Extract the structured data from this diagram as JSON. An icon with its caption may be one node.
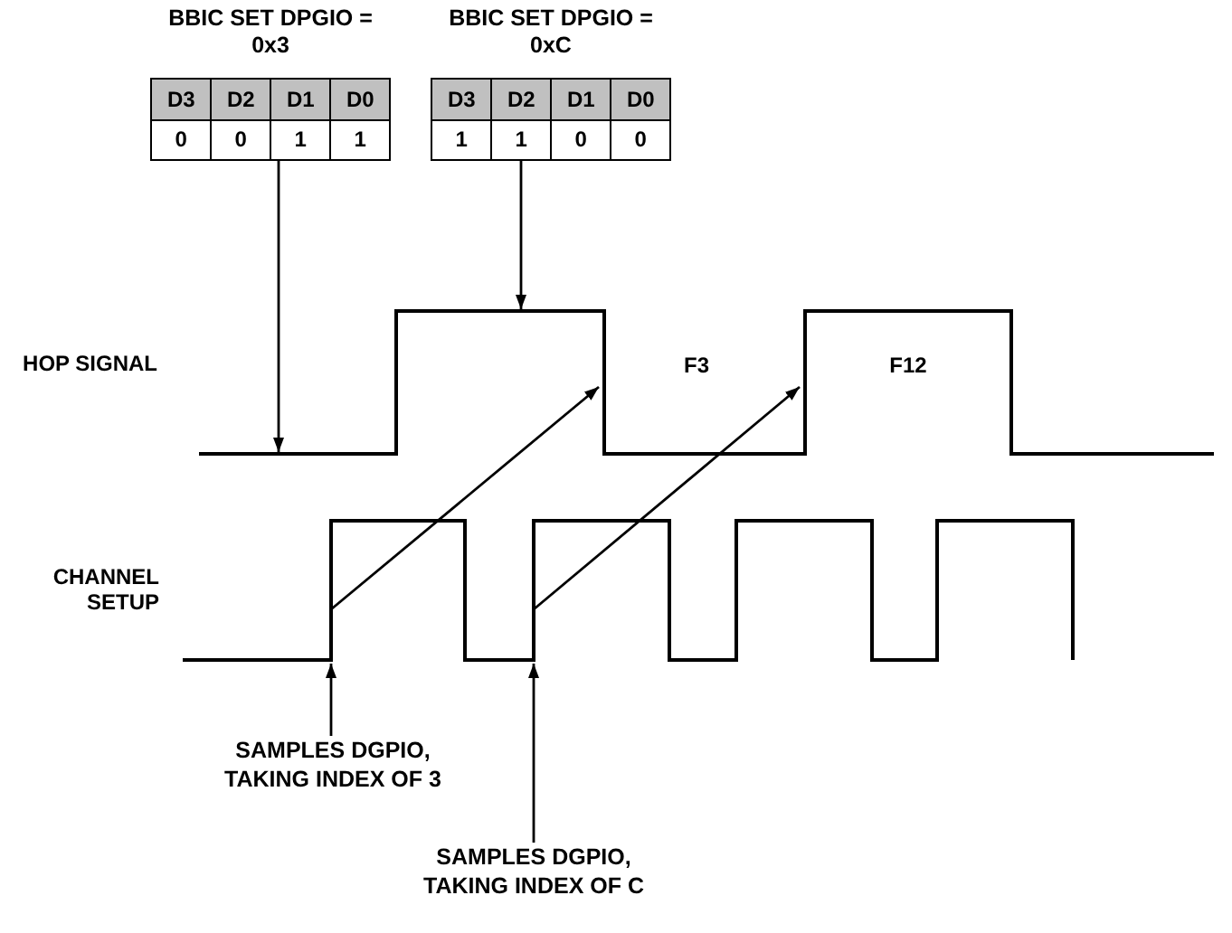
{
  "diagram": {
    "nodes": [
      {
        "text": [
          "BBIC SET DPGIO = 0x3"
        ]
      },
      {
        "text": [
          "D3"
        ],
        "in": 0
      },
      {
        "text": [
          "D2"
        ],
        "in": 0
      },
      {
        "text": [
          "D1"
        ],
        "in": 0
      },
      {
        "text": [
          "D0"
        ],
        "in": 0
      },
      {
        "text": [
          "0"
        ],
        "in": 0
      },
      {
        "text": [
          "0"
        ],
        "in": 0
      },
      {
        "text": [
          "1"
        ],
        "in": 0
      },
      {
        "text": [
          "1"
        ],
        "in": 0
      },
      {
        "text": [
          "BBIC SET DPGIO = 0xC"
        ]
      },
      {
        "text": [
          "D3"
        ],
        "in": 9
      },
      {
        "text": [
          "D2"
        ],
        "in": 9
      },
      {
        "text": [
          "D1"
        ],
        "in": 9
      },
      {
        "text": [
          "D0"
        ],
        "in": 9
      },
      {
        "text": [
          "1"
        ],
        "in": 9
      },
      {
        "text": [
          "1"
        ],
        "in": 9
      },
      {
        "text": [
          "0"
        ],
        "in": 9
      },
      {
        "text": [
          "0"
        ],
        "in": 9
      },
      {
        "text": [
          "SAMPLES DGPIO, TAKING INDEX OF 3"
        ]
      },
      {
        "text": [
          "SAMPLES DGPIO, TAKING INDEX OF C"
        ]
      }
    ],
    "edges": [
      {
        "from": 0,
        "to": null,
        "arrow": "to"
      },
      {
        "from": 9,
        "to": null,
        "arrow": "to"
      },
      {
        "from": 18,
        "to": null,
        "arrow": "to"
      },
      {
        "from": 19,
        "to": null,
        "arrow": "to"
      }
    ],
    "labels": [
      "HOP SIGNAL",
      "F3",
      "F12",
      "CHANNEL SETUP"
    ]
  }
}
